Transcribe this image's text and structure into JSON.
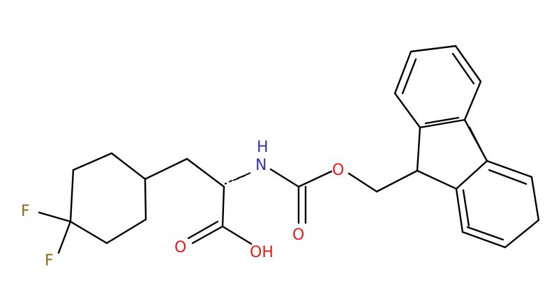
{
  "diagram": {
    "type": "chemical-structure",
    "colors": {
      "bond": "#000000",
      "fluorine": "#8a6a1a",
      "nitrogen": "#3333aa",
      "oxygen": "#e41a1a",
      "background": "#ffffff"
    },
    "atoms": {
      "f1": "F",
      "f2": "F",
      "nh_n": "N",
      "nh_h": "H",
      "o_acid_carbonyl": "O",
      "oh": "OH",
      "o_carbamate_carbonyl": "O",
      "o_ester": "O"
    }
  }
}
